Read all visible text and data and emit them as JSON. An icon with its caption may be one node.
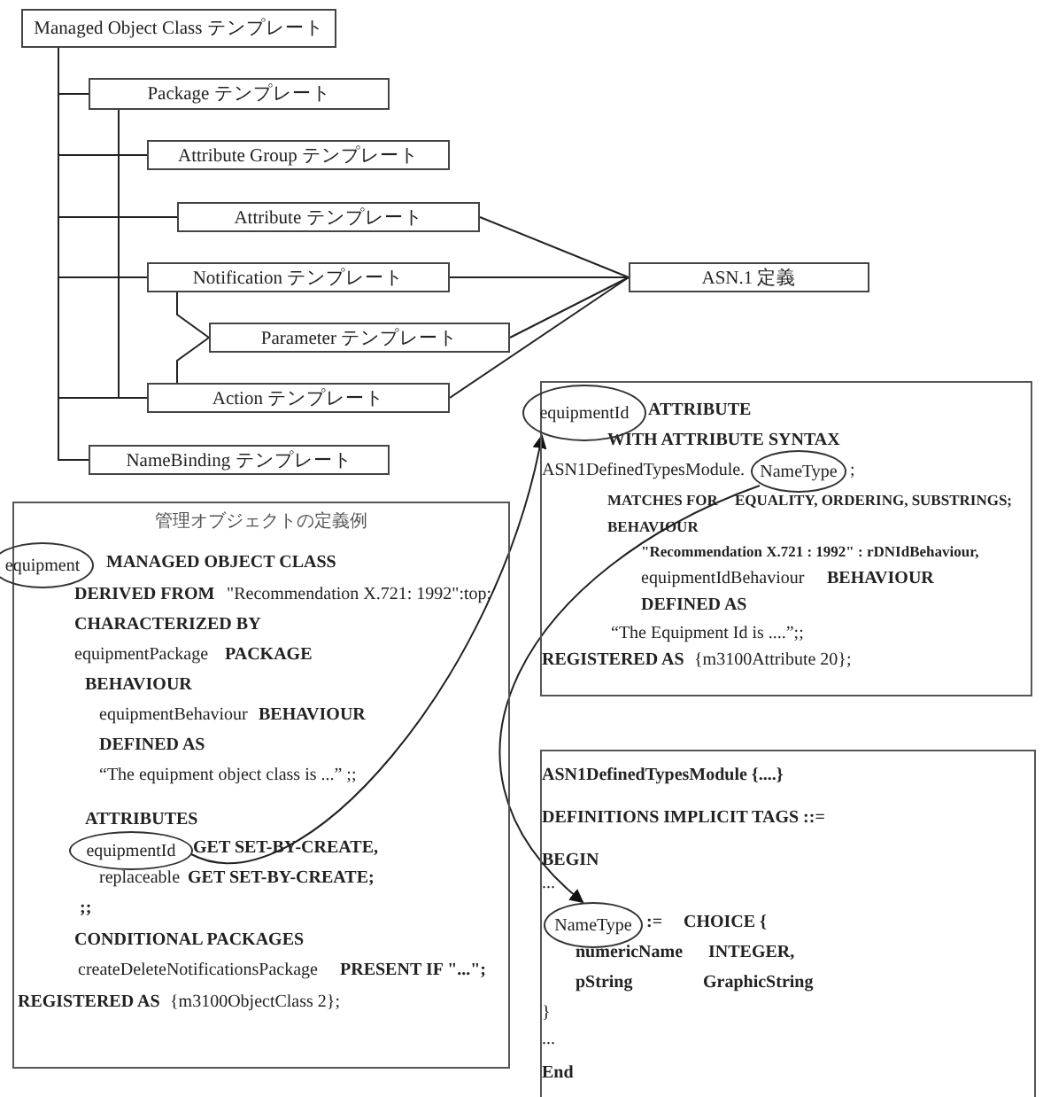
{
  "diagram": {
    "nodes": [
      {
        "text": [
          "Managed Object Class テンプレート"
        ]
      },
      {
        "text": [
          "Package テンプレート"
        ]
      },
      {
        "text": [
          "Attribute Group テンプレート"
        ]
      },
      {
        "text": [
          "Attribute テンプレート"
        ]
      },
      {
        "text": [
          "Notification テンプレート"
        ]
      },
      {
        "text": [
          "Parameter テンプレート"
        ]
      },
      {
        "text": [
          "Action テンプレート"
        ]
      },
      {
        "text": [
          "NameBinding テンプレート"
        ]
      },
      {
        "text": [
          "ASN.1 定義"
        ]
      },
      {
        "text": [
          "管理オブジェクトの定義例",
          "MANAGED OBJECT CLASS",
          "DERIVED FROM",
          "\"Recommendation X.721: 1992\":top;",
          "CHARACTERIZED BY",
          "equipmentPackage",
          "PACKAGE",
          "BEHAVIOUR",
          "equipmentBehaviour",
          "BEHAVIOUR",
          "DEFINED AS",
          "“The equipment object class is ...” ;;",
          "ATTRIBUTES",
          "GET SET-BY-CREATE,",
          "replaceable",
          "GET SET-BY-CREATE;",
          ";;",
          "CONDITIONAL PACKAGES",
          "createDeleteNotificationsPackage",
          "PRESENT IF \"...\";",
          "REGISTERED AS",
          "{m3100ObjectClass 2};"
        ]
      },
      {
        "text": [
          "equipment"
        ]
      },
      {
        "text": [
          "equipmentId"
        ],
        "in": 9
      },
      {
        "text": [
          "ATTRIBUTE",
          "WITH ATTRIBUTE SYNTAX",
          "ASN1DefinedTypesModule.",
          ";",
          "MATCHES FOR",
          "EQUALITY, ORDERING, SUBSTRINGS;",
          "BEHAVIOUR",
          "\"Recommendation X.721 : 1992\" : rDNIdBehaviour,",
          "equipmentIdBehaviour",
          "BEHAVIOUR",
          "DEFINED AS",
          "“The Equipment Id is ....”;;",
          "REGISTERED AS",
          "{m3100Attribute 20};"
        ]
      },
      {
        "text": [
          "equipmentId"
        ]
      },
      {
        "text": [
          "NameType"
        ],
        "in": 12
      },
      {
        "text": [
          "ASN1DefinedTypesModule {....}",
          "DEFINITIONS IMPLICIT TAGS ::=",
          "BEGIN",
          "...",
          ":=",
          "CHOICE {",
          "numericName",
          "INTEGER,",
          "pString",
          "GraphicString",
          "}",
          "...",
          "End"
        ]
      },
      {
        "text": [
          "NameType"
        ],
        "in": 15
      }
    ],
    "edges": [
      {
        "from": 0,
        "to": 1,
        "arrow": "none"
      },
      {
        "from": 0,
        "to": 2,
        "arrow": "none"
      },
      {
        "from": 0,
        "to": 3,
        "arrow": "none"
      },
      {
        "from": 0,
        "to": 4,
        "arrow": "none"
      },
      {
        "from": 0,
        "to": 6,
        "arrow": "none"
      },
      {
        "from": 0,
        "to": 7,
        "arrow": "none"
      },
      {
        "from": 1,
        "to": 2,
        "arrow": "none"
      },
      {
        "from": 1,
        "to": 3,
        "arrow": "none"
      },
      {
        "from": 1,
        "to": 4,
        "arrow": "none"
      },
      {
        "from": 1,
        "to": 6,
        "arrow": "none"
      },
      {
        "from": 4,
        "to": 5,
        "arrow": "none"
      },
      {
        "from": 6,
        "to": 5,
        "arrow": "none"
      },
      {
        "from": 3,
        "to": 8,
        "arrow": "none"
      },
      {
        "from": 4,
        "to": 8,
        "arrow": "none"
      },
      {
        "from": 5,
        "to": 8,
        "arrow": "none"
      },
      {
        "from": 6,
        "to": 8,
        "arrow": "none"
      },
      {
        "from": 11,
        "to": 13,
        "arrow": "to"
      },
      {
        "from": 14,
        "to": 16,
        "arrow": "to"
      }
    ]
  }
}
